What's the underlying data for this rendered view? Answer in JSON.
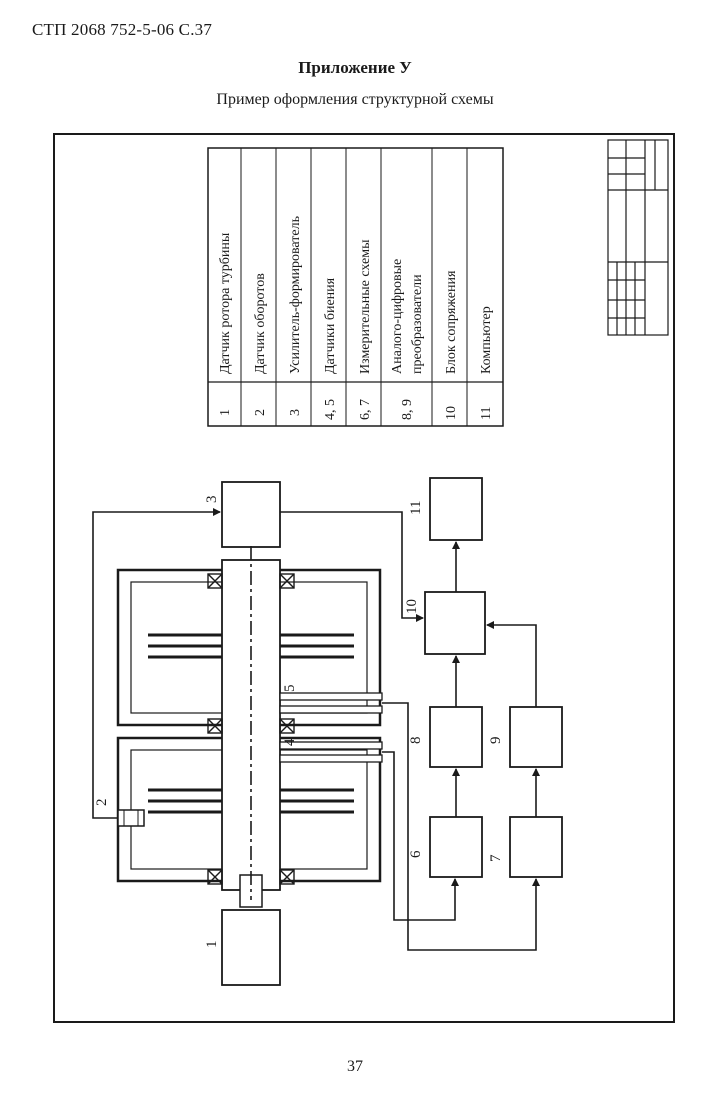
{
  "document": {
    "header_code": "СТП 2068 752-5-06 С.37",
    "appendix_title": "Приложение У",
    "subtitle": "Пример оформления структурной схемы",
    "page_number": "37"
  },
  "legend": {
    "rows": [
      {
        "num": "1",
        "label": "Датчик ротора турбины"
      },
      {
        "num": "2",
        "label": "Датчик оборотов"
      },
      {
        "num": "3",
        "label": "Усилитель-формирователь"
      },
      {
        "num": "4, 5",
        "label": "Датчики биения"
      },
      {
        "num": "6, 7",
        "label": "Измерительные схемы"
      },
      {
        "num": "8, 9",
        "label": "Аналого-цифровые",
        "label2": "преобразователи"
      },
      {
        "num": "10",
        "label": "Блок сопряжения"
      },
      {
        "num": "11",
        "label": "Компьютер"
      }
    ]
  },
  "diagram": {
    "labels": {
      "b1": "1",
      "b2": "2",
      "b3": "3",
      "b4": "4",
      "b5": "5",
      "b6": "6",
      "b7": "7",
      "b8": "8",
      "b9": "9",
      "b10": "10",
      "b11": "11"
    }
  }
}
